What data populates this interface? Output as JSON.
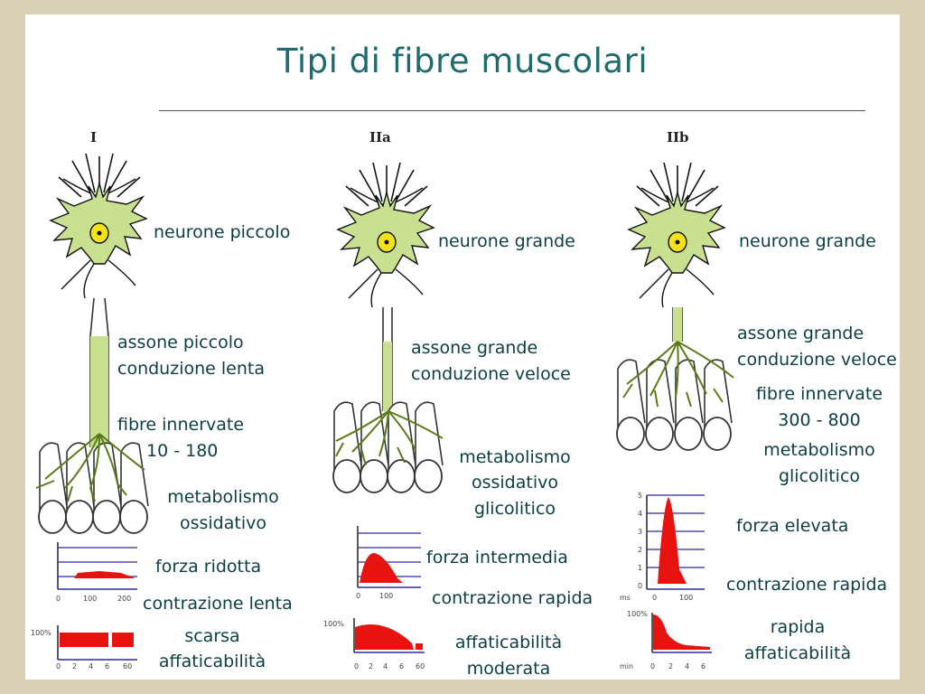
{
  "title": "Tipi di fibre muscolari",
  "columns": [
    {
      "type": "I",
      "neuron": "neurone piccolo",
      "axon": [
        "assone piccolo",
        "conduzione lenta"
      ],
      "fibers": [
        "fibre innervate",
        "10 - 180"
      ],
      "metabolism": [
        "metabolismo",
        "ossidativo"
      ],
      "force": "forza ridotta",
      "contraction": "contrazione lenta",
      "fatigue": [
        "scarsa",
        "affaticabilità"
      ],
      "force_graph_ticks": [
        "0",
        "100",
        "200"
      ],
      "fatigue_graph_ticks": [
        "0",
        "2",
        "4",
        "6",
        "60"
      ],
      "fatigue_graph_label": "100%"
    },
    {
      "type": "IIa",
      "neuron": "neurone grande",
      "axon": [
        "assone grande",
        "conduzione veloce"
      ],
      "metabolism": [
        "metabolismo",
        "ossidativo",
        "glicolitico"
      ],
      "force": "forza intermedia",
      "contraction": "contrazione rapida",
      "fatigue": [
        "affaticabilità",
        "moderata"
      ],
      "force_graph_ticks": [
        "0",
        "100"
      ],
      "fatigue_graph_ticks": [
        "0",
        "2",
        "4",
        "6",
        "60"
      ],
      "fatigue_graph_label": "100%"
    },
    {
      "type": "IIb",
      "neuron": "neurone grande",
      "axon": [
        "assone grande",
        "conduzione veloce"
      ],
      "fibers": [
        "fibre innervate",
        "300 - 800"
      ],
      "metabolism": [
        "metabolismo",
        "glicolitico"
      ],
      "force": "forza elevata",
      "contraction": "contrazione rapida",
      "fatigue": [
        "rapida",
        "affaticabilità"
      ],
      "force_graph_yticks": [
        "5",
        "4",
        "3",
        "2",
        "1",
        "0"
      ],
      "force_graph_ticks": [
        "0",
        "100"
      ],
      "force_graph_unit": "ms",
      "fatigue_graph_ticks": [
        "0",
        "2",
        "4",
        "6"
      ],
      "fatigue_graph_unit": "min",
      "fatigue_graph_label": "100%"
    }
  ],
  "colors": {
    "neuron_fill": "#c8e08f",
    "nucleus_fill": "#f2e21c",
    "text": "#0c3e44",
    "title": "#1f6b6e",
    "curve_fill": "#e8120f",
    "axis_blue": "#2a2aa0"
  }
}
